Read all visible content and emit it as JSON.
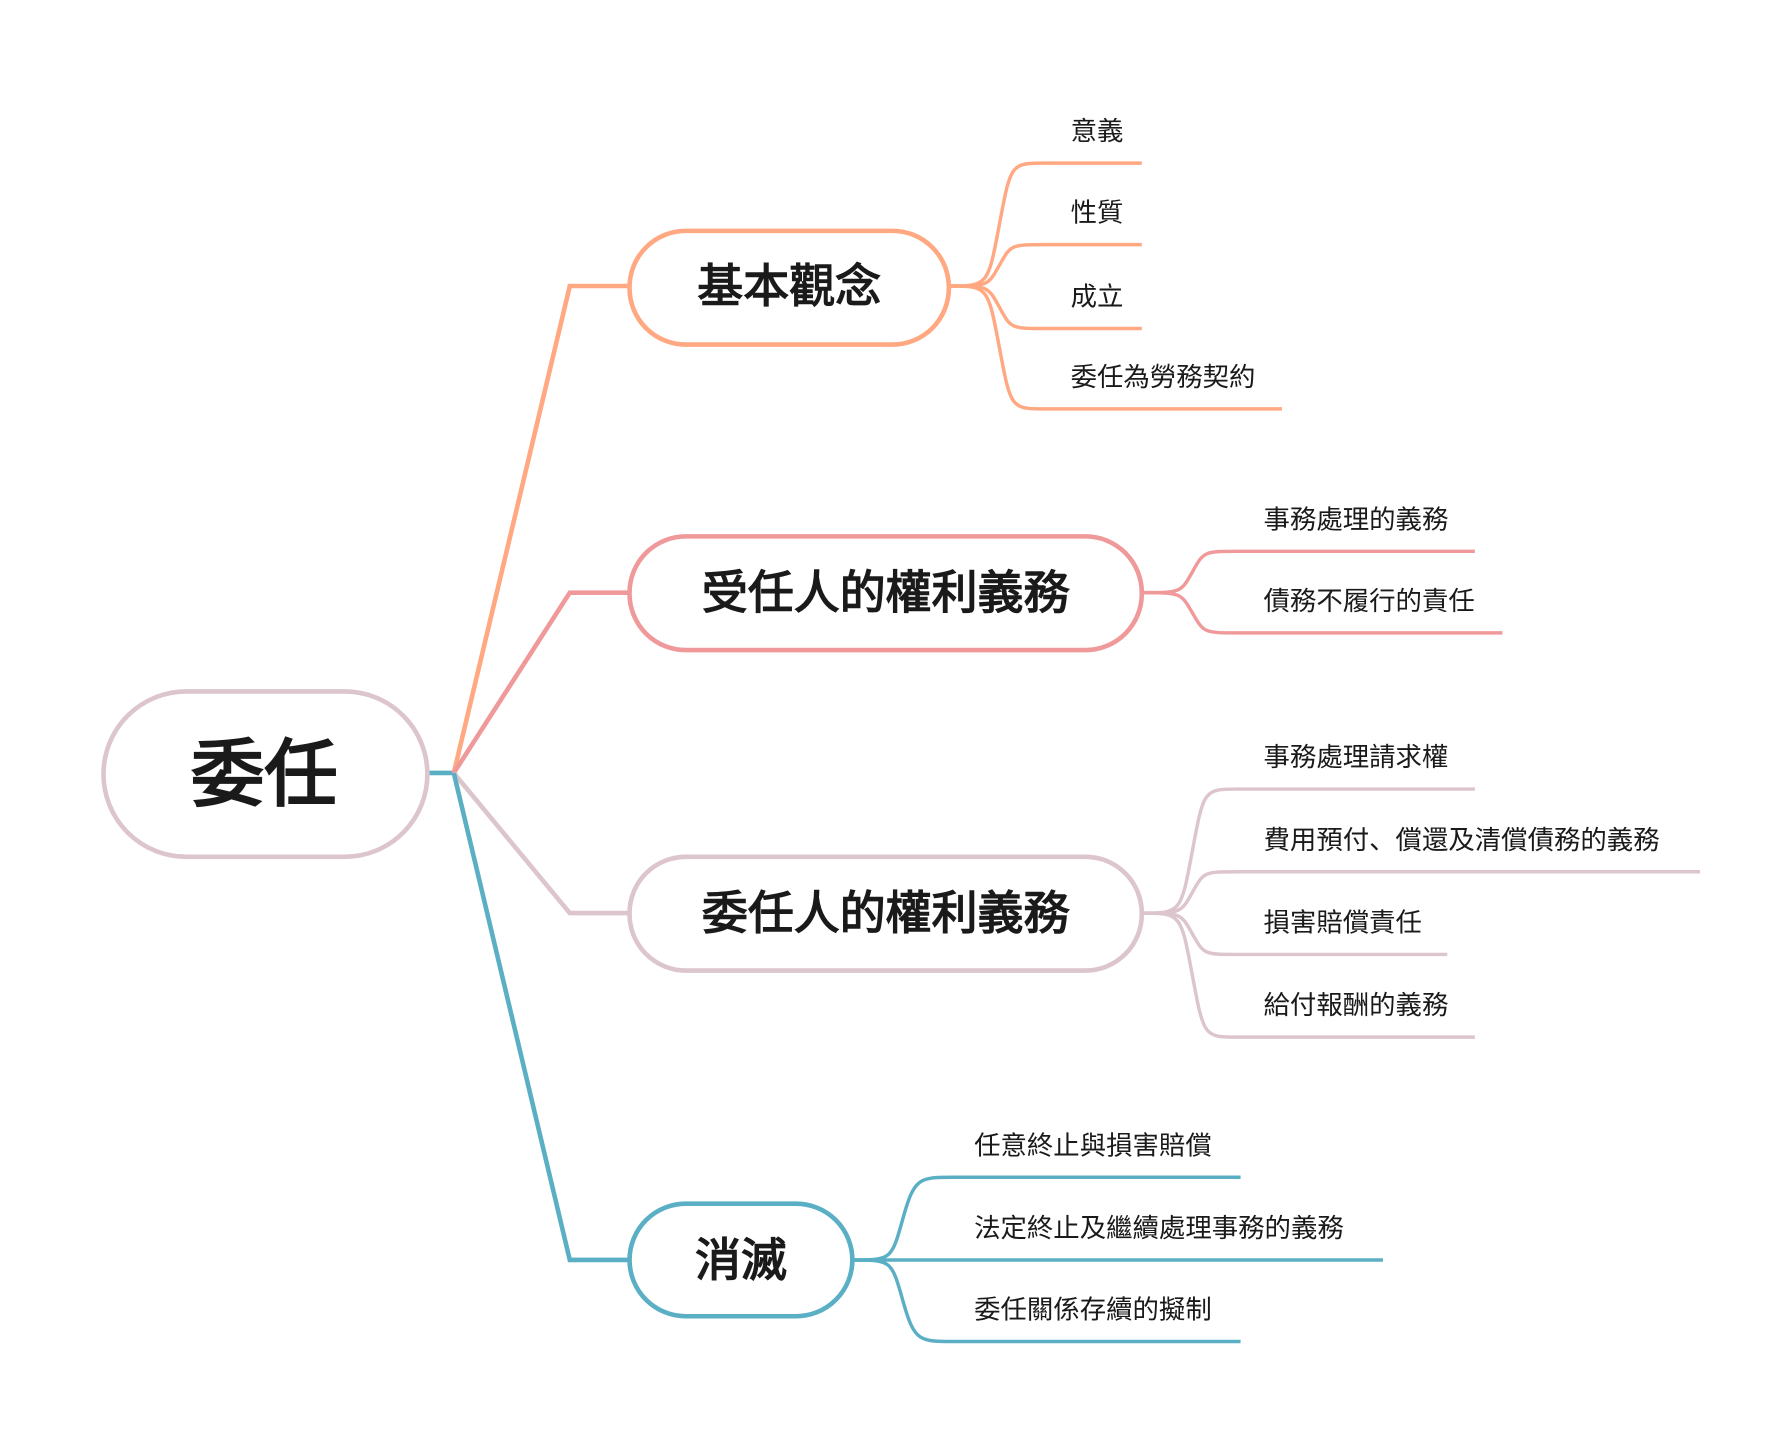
{
  "root": {
    "label": "委任",
    "color": "#dcc5cc"
  },
  "branches": [
    {
      "label": "基本觀念",
      "color": "#ffa882",
      "children": [
        "意義",
        "性質",
        "成立",
        "委任為勞務契約"
      ]
    },
    {
      "label": "受任人的權利義務",
      "color": "#f0999a",
      "children": [
        "事務處理的義務",
        "債務不履行的責任"
      ]
    },
    {
      "label": "委任人的權利義務",
      "color": "#dcc5cc",
      "children": [
        "事務處理請求權",
        "費用預付、償還及清償債務的義務",
        "損害賠償責任",
        "給付報酬的義務"
      ]
    },
    {
      "label": "消滅",
      "color": "#5aafc5",
      "children": [
        "任意終止與損害賠償",
        "法定終止及繼續處理事務的義務",
        "委任關係存續的擬制"
      ]
    }
  ]
}
